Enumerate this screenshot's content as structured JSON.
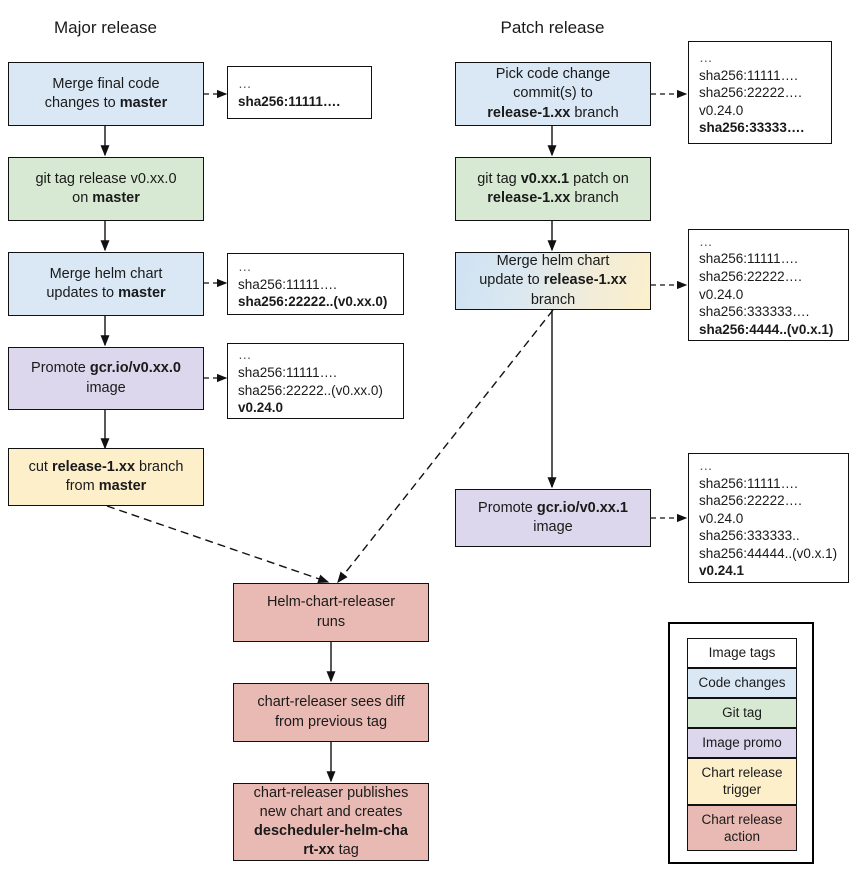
{
  "diagram": {
    "title_major": "Major release",
    "title_patch": "Patch release"
  },
  "major_flow": [
    {
      "id": "merge-final-code",
      "kind": "code-changes",
      "line1": "Merge final code",
      "line2_pre": "changes to ",
      "line2_bold": "master",
      "line2_post": ""
    },
    {
      "id": "git-tag-release",
      "kind": "git-tag",
      "line1": "git tag release v0.xx.0",
      "line2_pre": "on ",
      "line2_bold": "master",
      "line2_post": ""
    },
    {
      "id": "merge-helm-chart",
      "kind": "code-changes",
      "line1": "Merge helm chart",
      "line2_pre": "updates to ",
      "line2_bold": "master",
      "line2_post": ""
    },
    {
      "id": "promote-image",
      "kind": "image-promo",
      "line1_pre": "Promote ",
      "line1_bold": "gcr.io/v0.xx.0",
      "line1_post": "",
      "line2": "image"
    },
    {
      "id": "cut-release-branch",
      "kind": "chart-release-trigger",
      "line1_pre": "cut ",
      "line1_bold": "release-1.xx",
      "line1_post": " branch",
      "line2_pre": "from ",
      "line2_bold": "master",
      "line2_post": ""
    }
  ],
  "patch_flow": [
    {
      "id": "pick-code-change",
      "kind": "code-changes",
      "line1": "Pick code change",
      "line2": "commit(s) to",
      "line3_bold": "release-1.xx",
      "line3_post": " branch"
    },
    {
      "id": "git-tag-patch",
      "kind": "git-tag",
      "line1_pre": "git tag ",
      "line1_bold": "v0.xx.1",
      "line1_post": " patch on",
      "line2_bold": "release-1.xx",
      "line2_post": " branch"
    },
    {
      "id": "merge-helm-chart-patch",
      "kind": "gradient",
      "line1": "Merge helm chart",
      "line2_pre": "update to ",
      "line2_bold": "release-1.xx",
      "line2_post": "",
      "line3": "branch"
    },
    {
      "id": "promote-image-patch",
      "kind": "image-promo",
      "line1_pre": "Promote ",
      "line1_bold": "gcr.io/v0.xx.1",
      "line1_post": "",
      "line2": "image"
    }
  ],
  "release_flow": [
    {
      "id": "helm-chart-releaser-runs",
      "kind": "chart-release-action",
      "line1": "Helm-chart-releaser",
      "line2": "runs"
    },
    {
      "id": "chart-releaser-sees-diff",
      "kind": "chart-release-action",
      "line1": "chart-releaser sees diff",
      "line2": "from previous tag"
    },
    {
      "id": "chart-releaser-publishes",
      "kind": "chart-release-action",
      "line1": "chart-releaser publishes",
      "line2": "new chart and creates",
      "line3_bold": "descheduler-helm-cha",
      "line4_bold": "rt-xx",
      "line4_post": " tag"
    }
  ],
  "tag_boxes": [
    {
      "id": "tags-after-merge-final-code",
      "lines": [
        {
          "text": "…",
          "bold": false,
          "dots": true
        },
        {
          "text": "sha256:11111….",
          "bold": true
        }
      ]
    },
    {
      "id": "tags-after-merge-helm-chart",
      "lines": [
        {
          "text": "…",
          "bold": false,
          "dots": true
        },
        {
          "text": "sha256:11111….",
          "bold": false
        },
        {
          "text": "sha256:22222..(v0.xx.0)",
          "bold": true
        }
      ]
    },
    {
      "id": "tags-after-promote-image",
      "lines": [
        {
          "text": "…",
          "bold": false,
          "dots": true
        },
        {
          "text": "sha256:11111….",
          "bold": false
        },
        {
          "text": "sha256:22222..(v0.xx.0)",
          "bold": false
        },
        {
          "text": "v0.24.0",
          "bold": true
        }
      ]
    },
    {
      "id": "tags-after-pick-code-change",
      "lines": [
        {
          "text": "…",
          "bold": false,
          "dots": true
        },
        {
          "text": "sha256:11111….",
          "bold": false
        },
        {
          "text": "sha256:22222….",
          "bold": false
        },
        {
          "text": "v0.24.0",
          "bold": false
        },
        {
          "text": "sha256:33333….",
          "bold": true
        }
      ]
    },
    {
      "id": "tags-after-merge-helm-chart-patch",
      "lines": [
        {
          "text": "…",
          "bold": false,
          "dots": true
        },
        {
          "text": "sha256:11111….",
          "bold": false
        },
        {
          "text": "sha256:22222….",
          "bold": false
        },
        {
          "text": "v0.24.0",
          "bold": false
        },
        {
          "text": "sha256:333333….",
          "bold": false
        },
        {
          "text": "sha256:4444..(v0.x.1)",
          "bold": true
        }
      ]
    },
    {
      "id": "tags-after-promote-image-patch",
      "lines": [
        {
          "text": "…",
          "bold": false,
          "dots": true
        },
        {
          "text": "sha256:11111….",
          "bold": false
        },
        {
          "text": "sha256:22222….",
          "bold": false
        },
        {
          "text": "v0.24.0",
          "bold": false
        },
        {
          "text": "sha256:333333..",
          "bold": false
        },
        {
          "text": "sha256:44444..(v0.x.1)",
          "bold": false
        },
        {
          "text": "v0.24.1",
          "bold": true
        }
      ]
    }
  ],
  "legend": {
    "items": [
      {
        "label": "Image tags",
        "kind": "image-tags",
        "color": "#ffffff"
      },
      {
        "label": "Code changes",
        "kind": "code-changes",
        "color": "#dae8f6"
      },
      {
        "label": "Git tag",
        "kind": "git-tag",
        "color": "#d8e9d3"
      },
      {
        "label": "Image promo",
        "kind": "image-promo",
        "color": "#ddd7ed"
      },
      {
        "label": "Chart release trigger",
        "kind": "chart-release-trigger",
        "color": "#fcefca"
      },
      {
        "label": "Chart release action",
        "kind": "chart-release-action",
        "color": "#e9bab3"
      }
    ]
  }
}
